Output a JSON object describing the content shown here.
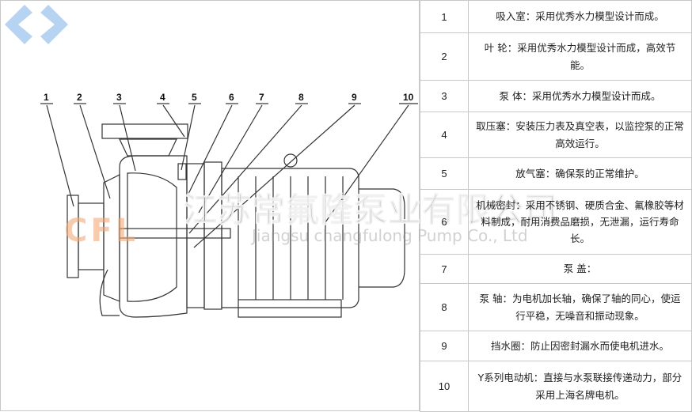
{
  "diagram": {
    "callouts": [
      "1",
      "2",
      "3",
      "4",
      "5",
      "6",
      "7",
      "8",
      "9",
      "10"
    ]
  },
  "watermark": {
    "logo_text": "CFL",
    "company_cn": "江苏常氟隆泵业有限公司",
    "company_en": "Jiangsu changfulong Pump Co., Ltd"
  },
  "parts": [
    {
      "no": "1",
      "text": "吸入室：采用优秀水力模型设计而成。"
    },
    {
      "no": "2",
      "text": "叶  轮：采用优秀水力模型设计而成，高效节能。"
    },
    {
      "no": "3",
      "text": "泵  体：采用优秀水力模型设计而成。"
    },
    {
      "no": "4",
      "text": "取压塞：安装压力表及真空表，以监控泵的正常高效运行。"
    },
    {
      "no": "5",
      "text": "放气塞：确保泵的正常维护。"
    },
    {
      "no": "6",
      "text": "机械密封：采用不锈钢、硬质合金、氟橡胶等材料制成，耐用消费品磨损，无泄漏，运行寿命长。"
    },
    {
      "no": "7",
      "text": "泵  盖："
    },
    {
      "no": "8",
      "text": "泵  轴：为电机加长轴，确保了轴的同心，使运行平稳，无噪音和振动现象。"
    },
    {
      "no": "9",
      "text": "挡水圈：防止因密封漏水而使电机进水。"
    },
    {
      "no": "10",
      "text": "Y系列电动机：直接与水泵联接传递动力，部分采用上海名牌电机。"
    }
  ]
}
